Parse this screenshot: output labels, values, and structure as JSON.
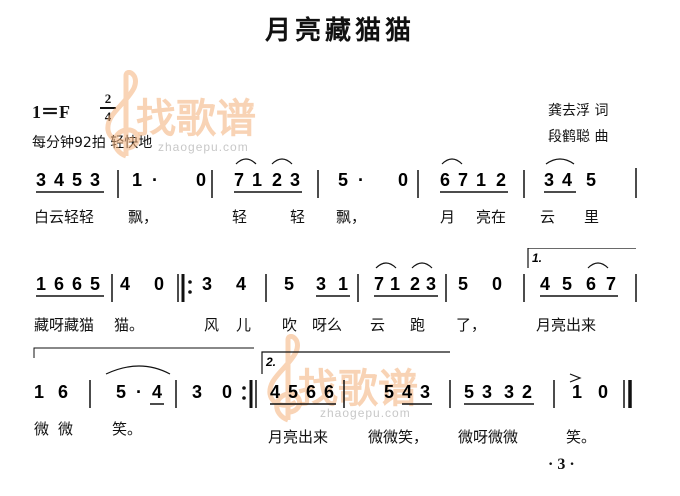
{
  "title": "月亮藏猫猫",
  "header": {
    "key": "1＝F",
    "meter_top": "2",
    "meter_bottom": "4",
    "tempo": "每分钟92拍   轻快地",
    "lyricist": "龚去浮 词",
    "composer": "段鹤聪 曲"
  },
  "watermark": {
    "text": "找歌谱",
    "url": "zhaogepu.com"
  },
  "systems": [
    {
      "notes": "3 4 5 3 | 1 · 0 | 7 1 2 3 | 5 · 0 | 6 7 1 2 | 3 4 5 |",
      "lyrics": [
        "白云轻轻",
        "飘，",
        "轻",
        "轻",
        "飘，",
        "月",
        "亮在",
        "云",
        "里"
      ]
    },
    {
      "notes": "1 6 6 5 | 4 0 |: 3 4 | 5 3 1 | 7 1 2 3 | 5 0 | [1. 4 5 6 7",
      "volta": "1.",
      "lyrics": [
        "藏呀藏猫",
        "猫。",
        "风",
        "儿",
        "吹",
        "呀么",
        "云",
        "跑",
        "了，",
        "月亮出来"
      ]
    },
    {
      "notes": "1 6 | 5 · 4 | 3 0 :| [2. 4 5 6 6 | 5 4 3 | 5 3 3 2 | 1 0 ||",
      "volta": "2.",
      "lyrics": [
        "微",
        "微",
        "笑。",
        "月亮出来",
        "微微笑，",
        "微呀微微",
        "笑。"
      ]
    }
  ],
  "page_number": "· 3 ·"
}
